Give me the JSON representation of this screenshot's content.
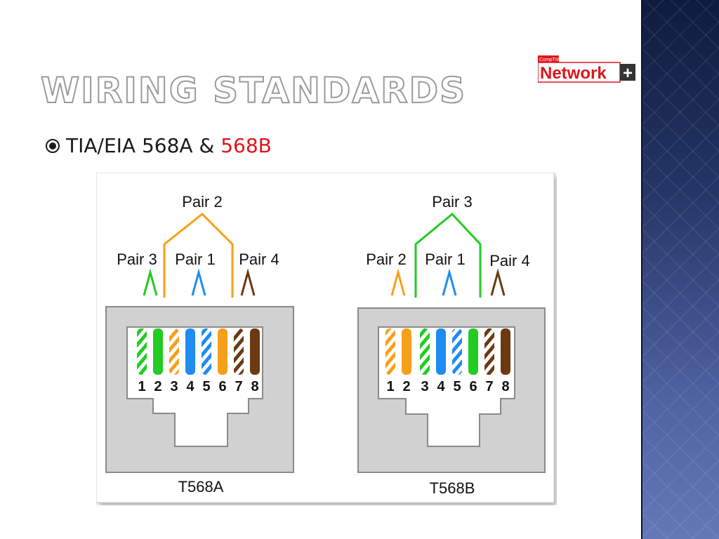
{
  "slide": {
    "title": "Wiring Standards",
    "bullet_text": "TIA/EIA 568A & ",
    "bullet_highlight": "568B"
  },
  "logo": {
    "brand_small": "CompTIA",
    "brand_main": "Network",
    "brand_plus": "+"
  },
  "colors": {
    "accent_red": "#e0141b",
    "green": "#22cc22",
    "orange": "#f5a01a",
    "blue": "#1e8cf0",
    "brown": "#6b3a10",
    "jack_gray": "#d1d1d1"
  },
  "diagram": {
    "t568a": {
      "label": "T568A",
      "pair_labels": [
        "Pair 3",
        "Pair 1",
        "Pair 4"
      ],
      "top_pair_label": "Pair 2",
      "pins": [
        "1",
        "2",
        "3",
        "4",
        "5",
        "6",
        "7",
        "8"
      ]
    },
    "t568b": {
      "label": "T568B",
      "pair_labels": [
        "Pair 2",
        "Pair 1",
        "Pair 4"
      ],
      "top_pair_label": "Pair 3",
      "pins": [
        "1",
        "2",
        "3",
        "4",
        "5",
        "6",
        "7",
        "8"
      ]
    }
  }
}
